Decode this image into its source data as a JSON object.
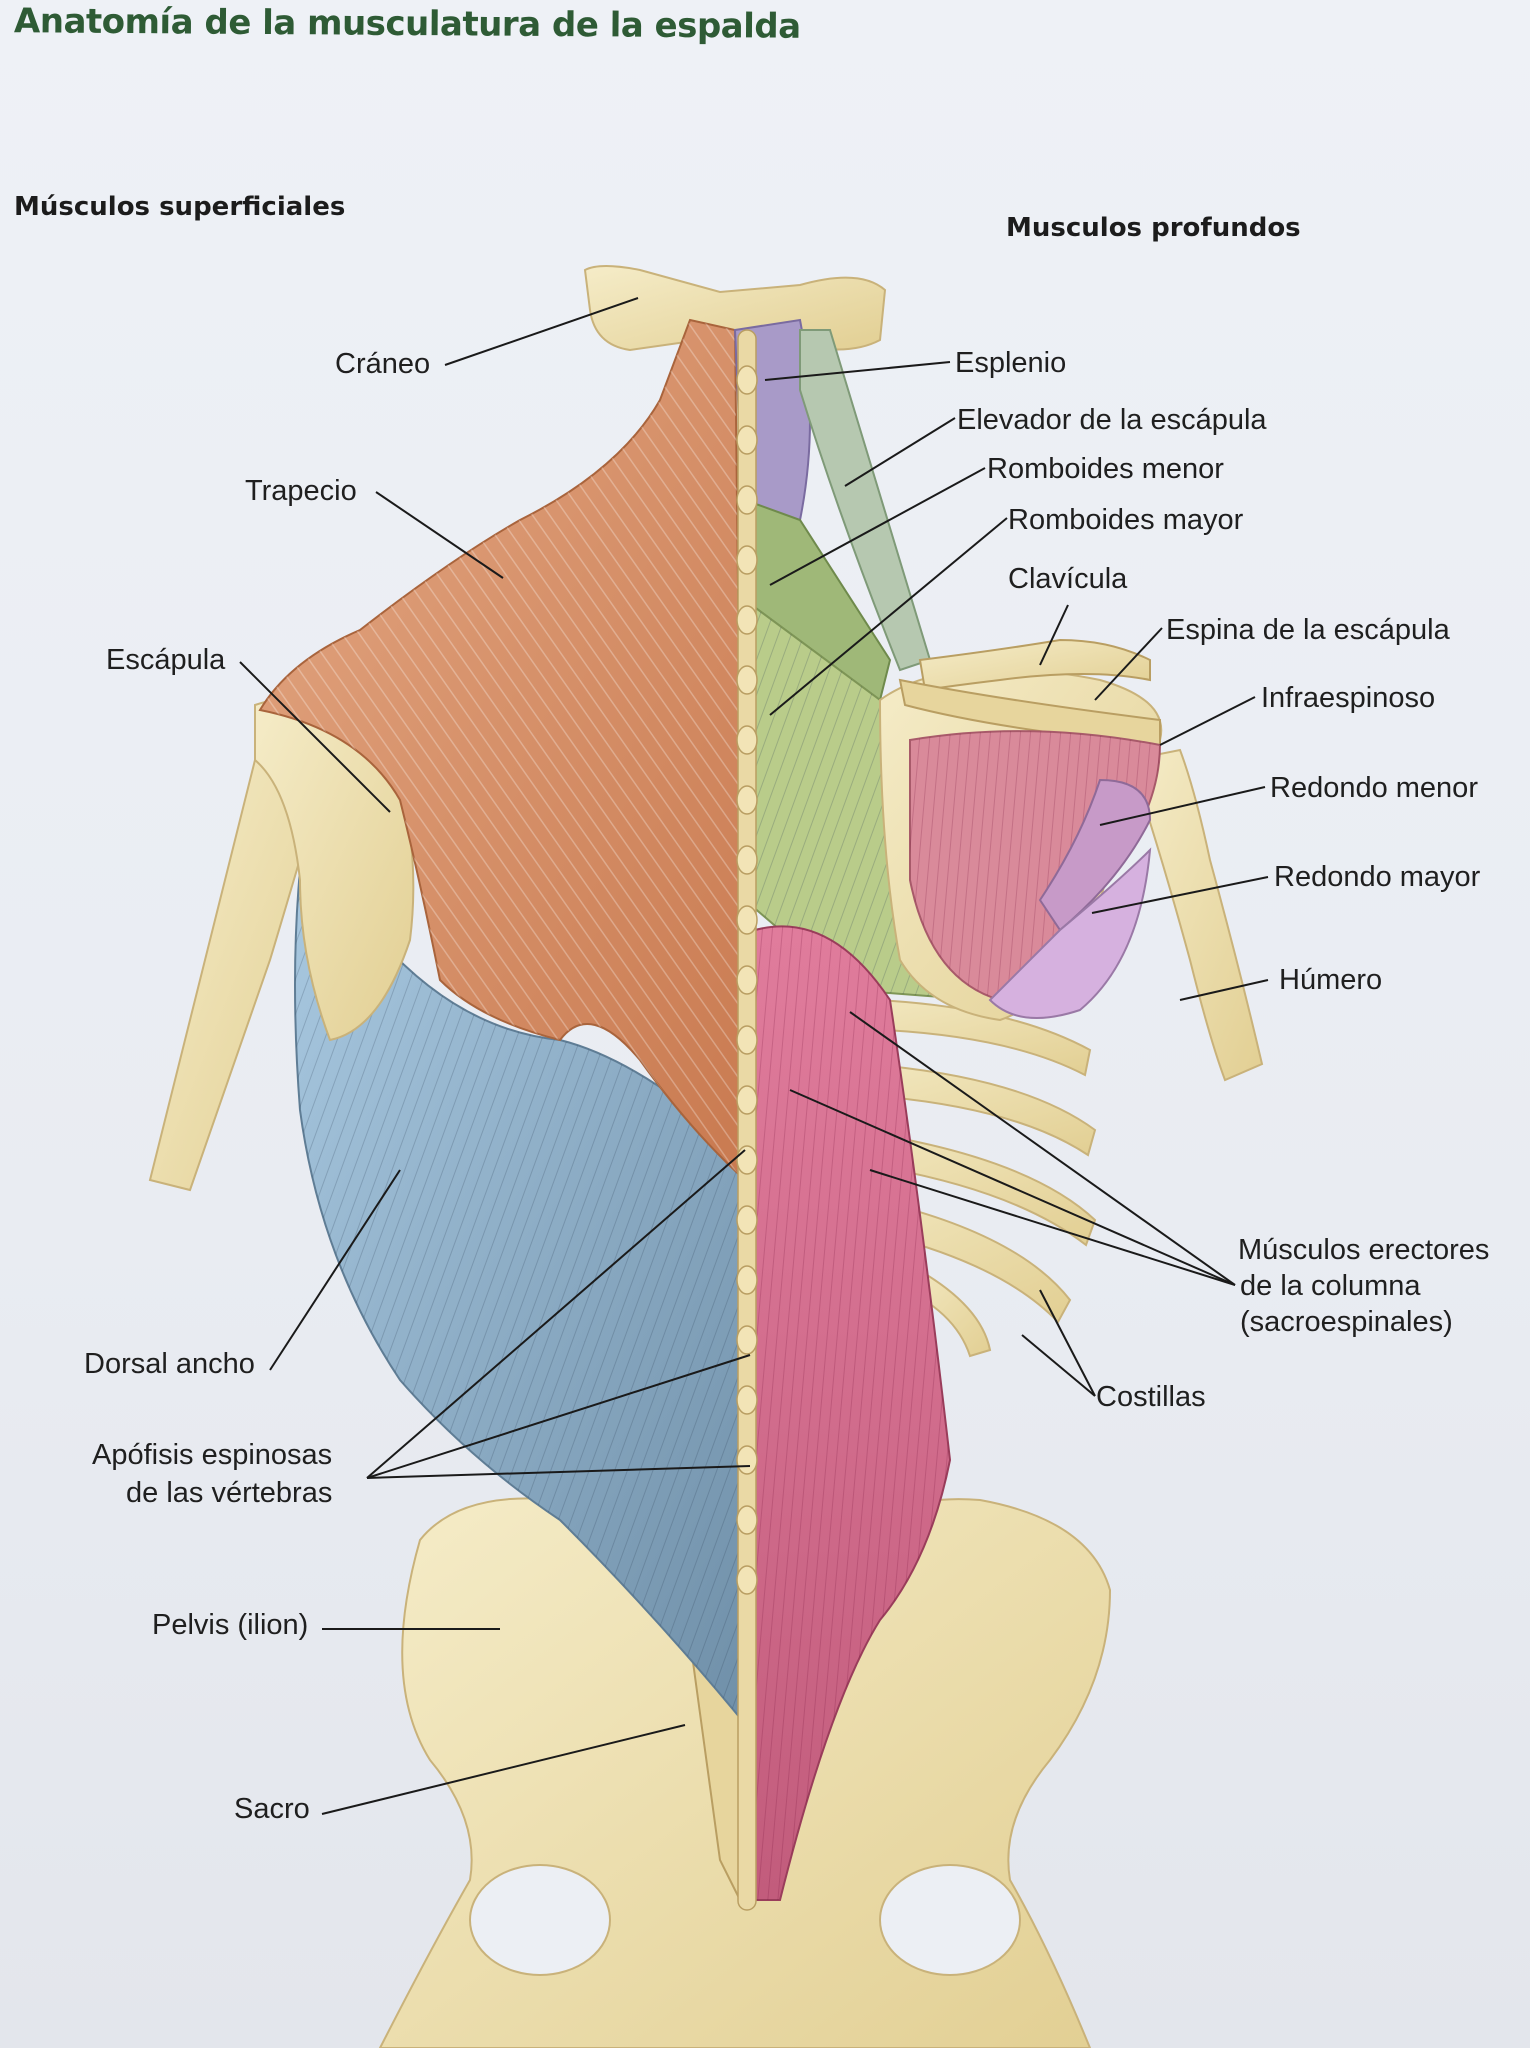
{
  "title": "Anatomía de la musculatura de la espalda",
  "sections": {
    "superficial": "Músculos superficiales",
    "deep": "Musculos profundos"
  },
  "labels_left": {
    "craneo": "Cráneo",
    "trapecio": "Trapecio",
    "escapula": "Escápula",
    "dorsal_ancho": "Dorsal ancho",
    "apofisis_1": "Apófisis espinosas",
    "apofisis_2": "de las vértebras",
    "pelvis": "Pelvis (ilion)",
    "sacro": "Sacro"
  },
  "labels_right": {
    "esplenio": "Esplenio",
    "elevador": "Elevador de la escápula",
    "romboides_menor": "Romboides menor",
    "romboides_mayor": "Romboides mayor",
    "clavicula": "Clavícula",
    "espina_escapula": "Espina de la escápula",
    "infraespinoso": "Infraespinoso",
    "redondo_menor": "Redondo menor",
    "redondo_mayor": "Redondo mayor",
    "humero": "Húmero",
    "erectores_1": "Músculos erectores",
    "erectores_2": "de la columna",
    "erectores_3": "(sacroespinales)",
    "costillas": "Costillas"
  },
  "colors": {
    "title": "#2e5b35",
    "bone": "#efe2b4",
    "trapezius": "#d9946a",
    "latissimus": "#8fb3cc",
    "erector": "#d9708f",
    "rhomboid": "#a8c07a",
    "infraspinatus": "#d98a9a",
    "splenius": "#9d8fc0"
  }
}
